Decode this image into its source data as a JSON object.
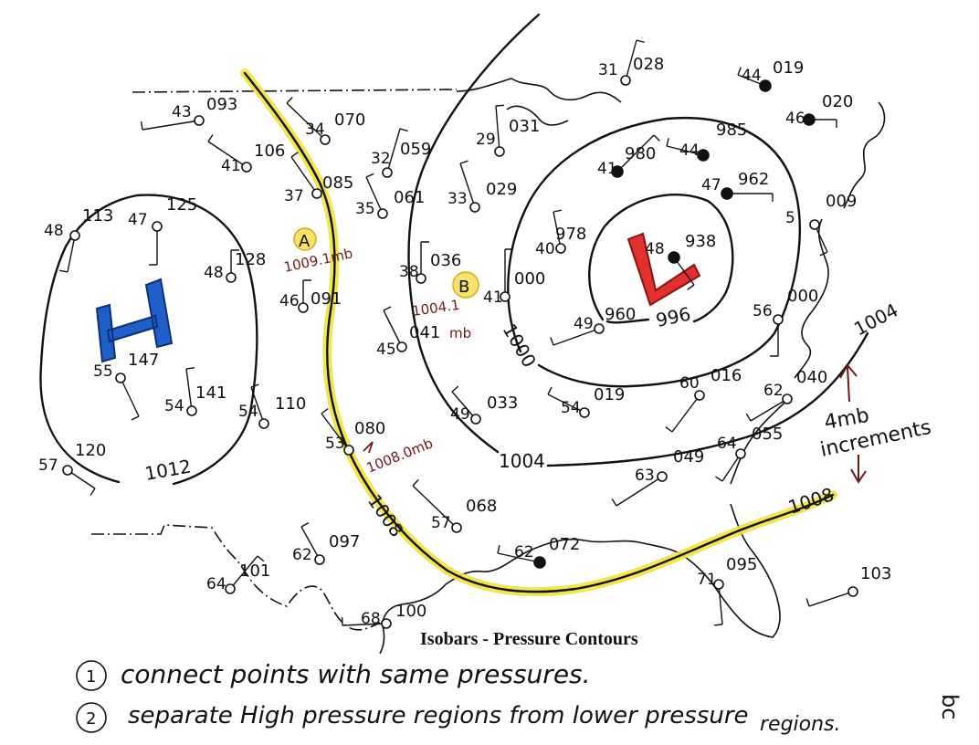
{
  "title": "Isobars - Pressure Contours",
  "instructions": [
    {
      "num": "1",
      "text": "connect points with same pressures."
    },
    {
      "num": "2",
      "text": "separate High pressure regions from lower pressure",
      "text2": "regions."
    }
  ],
  "initials": "bc",
  "centers": {
    "high": "H",
    "low": "L"
  },
  "isobar_labels": {
    "i1012": "1012",
    "i1008a": "1008",
    "i1008b": "1008",
    "i1004a": "1004",
    "i1004b": "1004",
    "i1000": "1000",
    "i996": "996"
  },
  "annotations": {
    "pointA": "A",
    "pointB": "B",
    "noteA": "1009.1mb",
    "noteB1": "1004.1",
    "noteB2": "mb",
    "noteC": "1008.0mb",
    "increments1": "4mb",
    "increments2": "increments"
  },
  "colors": {
    "isobar": "#111111",
    "highlight": "#f2e23a",
    "high": "#1f5fc8",
    "low": "#e23030",
    "note": "#6b1a1a",
    "circleA": "#f2c21a"
  },
  "stations": [
    {
      "id": "s1",
      "temp": "43",
      "pres": "093"
    },
    {
      "id": "s2",
      "temp": "41",
      "pres": "106"
    },
    {
      "id": "s3",
      "temp": "34",
      "pres": "070"
    },
    {
      "id": "s4",
      "temp": "37",
      "pres": "085"
    },
    {
      "id": "s5",
      "temp": "32",
      "pres": "059"
    },
    {
      "id": "s6",
      "temp": "35",
      "pres": "061"
    },
    {
      "id": "s7",
      "temp": "29",
      "pres": "031"
    },
    {
      "id": "s8",
      "temp": "33",
      "pres": "029"
    },
    {
      "id": "s9",
      "temp": "31",
      "pres": "028"
    },
    {
      "id": "s10",
      "temp": "44",
      "pres": "019"
    },
    {
      "id": "s11",
      "temp": "46",
      "pres": "020"
    },
    {
      "id": "s12",
      "temp": "41",
      "pres": "980"
    },
    {
      "id": "s13",
      "temp": "44",
      "pres": "985"
    },
    {
      "id": "s14",
      "temp": "47",
      "pres": "962"
    },
    {
      "id": "s15",
      "temp": "5",
      "pres": "009"
    },
    {
      "id": "s16",
      "temp": "40",
      "pres": "978"
    },
    {
      "id": "s17",
      "temp": "48",
      "pres": "938"
    },
    {
      "id": "s18",
      "temp": "48",
      "pres": "113"
    },
    {
      "id": "s19",
      "temp": "47",
      "pres": "125"
    },
    {
      "id": "s20",
      "temp": "48",
      "pres": "128"
    },
    {
      "id": "s21",
      "temp": "46",
      "pres": "091"
    },
    {
      "id": "s22",
      "temp": "38",
      "pres": "036"
    },
    {
      "id": "s23",
      "temp": "41",
      "pres": "000"
    },
    {
      "id": "s24",
      "temp": "49",
      "pres": "960"
    },
    {
      "id": "s25",
      "temp": "56",
      "pres": "000"
    },
    {
      "id": "s26",
      "temp": "45",
      "pres": "041"
    },
    {
      "id": "s27",
      "temp": "55",
      "pres": "147"
    },
    {
      "id": "s28",
      "temp": "54",
      "pres": "141"
    },
    {
      "id": "s29",
      "temp": "54",
      "pres": "110"
    },
    {
      "id": "s30",
      "temp": "49",
      "pres": "033"
    },
    {
      "id": "s31",
      "temp": "54",
      "pres": "019"
    },
    {
      "id": "s32",
      "temp": "60",
      "pres": "016"
    },
    {
      "id": "s33",
      "temp": "62",
      "pres": "040"
    },
    {
      "id": "s34",
      "temp": "57",
      "pres": "120"
    },
    {
      "id": "s35",
      "temp": "53",
      "pres": "080"
    },
    {
      "id": "s36",
      "temp": "64",
      "pres": "055"
    },
    {
      "id": "s37",
      "temp": "63",
      "pres": "049"
    },
    {
      "id": "s38",
      "temp": "57",
      "pres": "068"
    },
    {
      "id": "s39",
      "temp": "62",
      "pres": "097"
    },
    {
      "id": "s40",
      "temp": "64",
      "pres": "101"
    },
    {
      "id": "s41",
      "temp": "62",
      "pres": "072"
    },
    {
      "id": "s42",
      "temp": "68",
      "pres": "100"
    },
    {
      "id": "s43",
      "temp": "71",
      "pres": "095"
    },
    {
      "id": "s44",
      "temp": "",
      "pres": "103"
    }
  ]
}
